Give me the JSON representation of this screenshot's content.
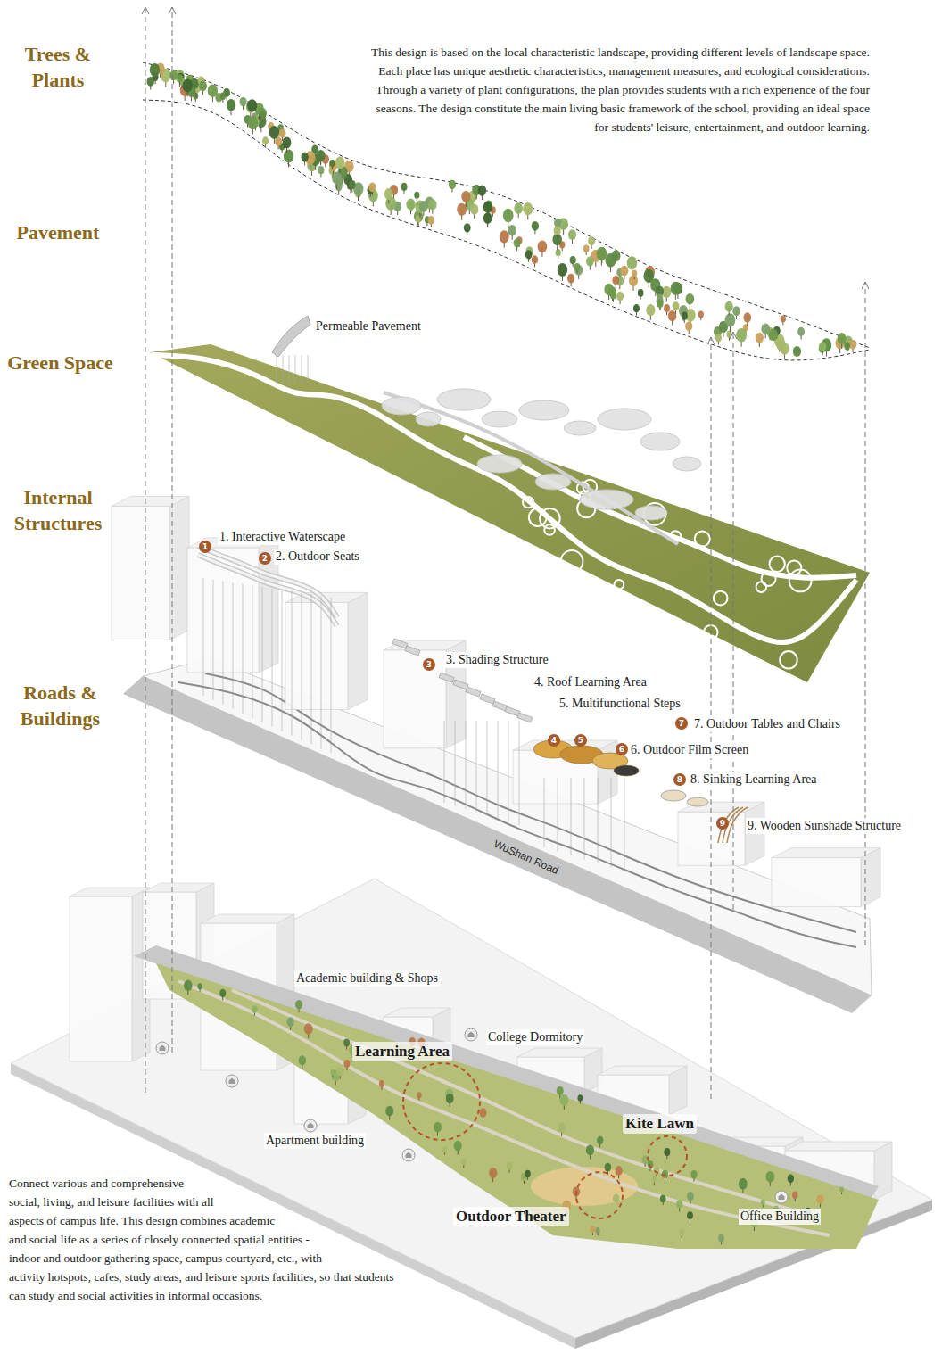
{
  "diagram": {
    "labels": [
      "Trees & Plants",
      "This design is based on the local characteristic landscape, providing different levels of landscape space. Each place has unique aesthetic characteristics, management measures, and ecological considerations. Through a variety of plant configurations, the plan provides students with a rich experience of the four seasons. The design constitute the main living basic framework of the school, providing an ideal space for students' leisure, entertainment, and outdoor learning.",
      "Pavement",
      "Permeable Pavement",
      "Green Space",
      "Internal Structures",
      "1",
      "1. Interactive Waterscape",
      "2",
      "2. Outdoor Seats",
      "3",
      "3. Shading Structure",
      "4. Roof Learning Area",
      "5. Multifunctional Steps",
      "7",
      "7. Outdoor Tables and Chairs",
      "4",
      "5",
      "6",
      "6. Outdoor Film Screen",
      "8",
      "8. Sinking Learning Area",
      "9",
      "9. Wooden Sunshade Structure",
      "Roads & Buildings",
      "WuShan Road",
      "Academic building & Shops",
      "College Dormitory",
      "Learning Area",
      "Kite Lawn",
      "Apartment building",
      "Outdoor Theater",
      "Office Building",
      "Connect various and comprehensive social, living, and leisure facilities with all aspects of campus life. This design combines academic and social life as a series of closely connected spatial entities - indoor and outdoor gathering space, campus courtyard, etc., with activity hotspots, cafes, study areas, and leisure sports facilities, so that students can study and social activities in informal occasions."
    ]
  }
}
